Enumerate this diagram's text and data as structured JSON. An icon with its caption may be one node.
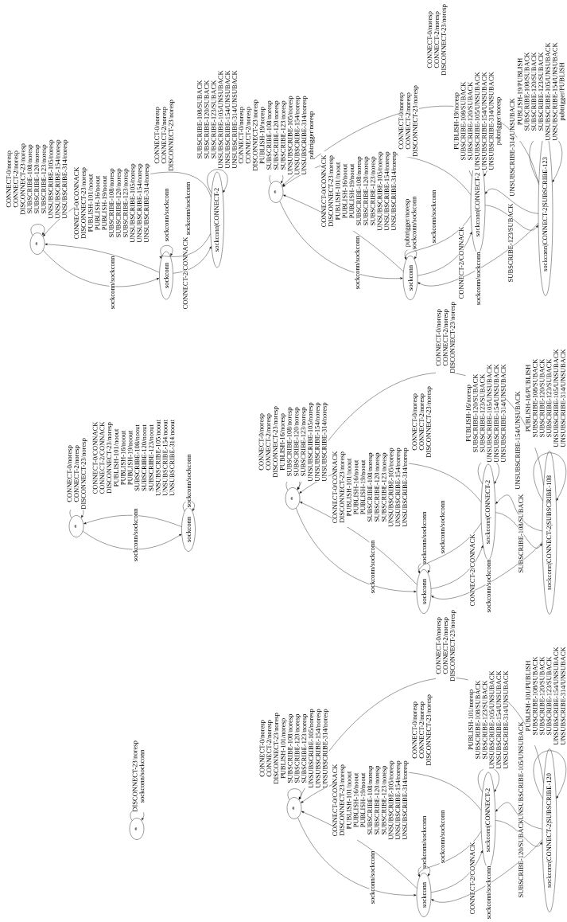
{
  "diagram": {
    "nodes": [
      {
        "text": [
          "*"
        ]
      },
      {
        "text": [
          "sockconn"
        ]
      },
      {
        "text": [
          "sockconn|CONNECT-2"
        ]
      },
      {
        "text": [
          "*"
        ]
      },
      {
        "text": [
          "sockconn"
        ]
      },
      {
        "text": [
          "sockconn|CONNECT-2"
        ]
      },
      {
        "text": [
          "sockconn|CONNECT-2|SUBSCRIBE-123"
        ]
      },
      {
        "text": [
          "*"
        ]
      },
      {
        "text": [
          "sockconn"
        ]
      },
      {
        "text": [
          "*"
        ]
      },
      {
        "text": [
          "sockconn"
        ]
      },
      {
        "text": [
          "sockconn|CONNECT-2"
        ]
      },
      {
        "text": [
          "sockconn|CONNECT-2|SUBSCRIBE-108"
        ]
      },
      {
        "text": [
          "*"
        ]
      },
      {
        "text": [
          "*"
        ]
      },
      {
        "text": [
          "sockconn"
        ]
      },
      {
        "text": [
          "sockconn|CONNECT-2"
        ]
      },
      {
        "text": [
          "sockconn|CONNECT-2|SUBSCRIBE-120"
        ]
      }
    ],
    "edges": [
      {
        "from": 0,
        "to": 0,
        "arrow": "to",
        "label": "CONNECT-0/noresp CONNECT-2/noresp DISCONNECT-23/noresp SUBSCRIBE-108/noresp SUBSCRIBE-120/noresp SUBSCRIBE-123/noresp UNSUBSCRIBE-105/noresp UNSUBSCRIBE-154/noresp UNSUBSCRIBE-314/noresp"
      },
      {
        "from": 1,
        "to": 0,
        "arrow": "to",
        "label": "CONNECT-0/CONNACK DISCONNECT-23/noresp PUBLISH-101/noout PUBLISH-16/noout PUBLISH-19/noout SUBSCRIBE-108/noresp SUBSCRIBE-120/noresp SUBSCRIBE-123/noresp UNSUBSCRIBE-105/noresp UNSUBSCRIBE-154/noresp UNSUBSCRIBE-314/noresp"
      },
      {
        "from": 0,
        "to": 1,
        "arrow": "to",
        "label": "sockconn/sockconn"
      },
      {
        "from": 1,
        "to": 1,
        "arrow": "to",
        "label": "sockconn/sockconn"
      },
      {
        "from": 1,
        "to": 2,
        "arrow": "to",
        "label": "CONNECT-2/CONNACK"
      },
      {
        "from": 2,
        "to": 1,
        "arrow": "to",
        "label": "sockconn/sockconn"
      },
      {
        "from": 2,
        "to": 0,
        "arrow": "to",
        "label": "CONNECT-0/noresp CONNECT-2/noresp DISCONNECT-23/noresp"
      },
      {
        "from": 2,
        "to": 2,
        "arrow": "to",
        "label": "SUBSCRIBE-108/SUBACK SUBSCRIBE-120/SUBACK SUBSCRIBE-123/SUBACK UNSUBSCRIBE-105/UNSUBACK UNSUBSCRIBE-154/UNSUBACK UNSUBSCRIBE-314/UNSUBACK"
      },
      {
        "from": 3,
        "to": 3,
        "arrow": "to",
        "label": "CONNECT-0/noresp CONNECT-2/noresp DISCONNECT-23/noresp PUBLISH-19/noresp SUBSCRIBE-108/noresp SUBSCRIBE-120/noresp SUBSCRIBE-123/noresp UNSUBSCRIBE-105/noresp UNSUBSCRIBE-154/noresp UNSUBSCRIBE-314/noresp pubtrigger/noresp"
      },
      {
        "from": 4,
        "to": 3,
        "arrow": "to",
        "label": "CONNECT-0/CONNACK DISCONNECT-23/noresp PUBLISH-101/noout PUBLISH-16/noout PUBLISH-19/noout SUBSCRIBE-108/noresp SUBSCRIBE-120/noresp SUBSCRIBE-123/noresp UNSUBSCRIBE-105/noresp UNSUBSCRIBE-154/noresp UNSUBSCRIBE-314/noresp"
      },
      {
        "from": 3,
        "to": 4,
        "arrow": "to",
        "label": "sockconn/sockconn"
      },
      {
        "from": 4,
        "to": 4,
        "arrow": "to",
        "label": "pubtrigger/noresp sockconn/sockconn"
      },
      {
        "from": 4,
        "to": 5,
        "arrow": "to",
        "label": "CONNECT-2/CONNACK"
      },
      {
        "from": 5,
        "to": 4,
        "arrow": "to",
        "label": "sockconn/sockconn"
      },
      {
        "from": 6,
        "to": 4,
        "arrow": "to",
        "label": "sockconn/sockconn"
      },
      {
        "from": 5,
        "to": 3,
        "arrow": "to",
        "label": "CONNECT-0/noresp CONNECT-2/noresp DISCONNECT-23/noresp"
      },
      {
        "from": 6,
        "to": 3,
        "arrow": "to",
        "label": "CONNECT-0/noresp CONNECT-2/noresp DISCONNECT-23/noresp"
      },
      {
        "from": 5,
        "to": 5,
        "arrow": "to",
        "label": "PUBLISH-19/noresp SUBSCRIBE-108/SUBACK SUBSCRIBE-120/SUBACK UNSUBSCRIBE-105/UNSUBACK UNSUBSCRIBE-154/UNSUBACK UNSUBSCRIBE-314/UNSUBACK pubtrigger/noresp"
      },
      {
        "from": 5,
        "to": 6,
        "arrow": "to",
        "label": "SUBSCRIBE-123/SUBACK"
      },
      {
        "from": 6,
        "to": 5,
        "arrow": "to",
        "label": "UNSUBSCRIBE-314/UNSUBACK"
      },
      {
        "from": 6,
        "to": 6,
        "arrow": "to",
        "label": "PUBLISH-19/PUBLISH SUBSCRIBE-108/SUBACK SUBSCRIBE-120/SUBACK SUBSCRIBE-123/SUBACK UNSUBSCRIBE-105/UNSUBACK UNSUBSCRIBE-154/UNSUBACK pubtrigger/PUBLISH"
      },
      {
        "from": 7,
        "to": 7,
        "arrow": "to",
        "label": "CONNECT-0/noresp CONNECT-2/noresp DISCONNECT-23/noresp"
      },
      {
        "from": 8,
        "to": 7,
        "arrow": "to",
        "label": "CONNECT-0/CONNACK CONNECT-2/CONNACK DISCONNECT-23/noresp PUBLISH-101/noout PUBLISH-16/noout PUBLISH-19/noout SUBSCRIBE-108/noout SUBSCRIBE-120/noout SUBSCRIBE-123/noout UNSUBSCRIBE-105/noout UNSUBSCRIBE-154/noout UNSUBSCRIBE-314/noout"
      },
      {
        "from": 7,
        "to": 8,
        "arrow": "to",
        "label": "sockconn/sockconn"
      },
      {
        "from": 8,
        "to": 8,
        "arrow": "to",
        "label": "sockconn/sockconn"
      },
      {
        "from": 9,
        "to": 9,
        "arrow": "to",
        "label": "CONNECT-0/noresp CONNECT-2/noresp DISCONNECT-23/noresp PUBLISH-16/noresp SUBSCRIBE-108/noresp SUBSCRIBE-120/noresp SUBSCRIBE-123/noresp UNSUBSCRIBE-105/noresp UNSUBSCRIBE-154/noresp UNSUBSCRIBE-314/noresp"
      },
      {
        "from": 10,
        "to": 9,
        "arrow": "to",
        "label": "CONNECT-0/CONNACK DISCONNECT-23/noresp PUBLISH-101/noout PUBLISH-16/noout PUBLISH-19/noout SUBSCRIBE-108/noresp SUBSCRIBE-120/noresp SUBSCRIBE-123/noresp UNSUBSCRIBE-105/noresp UNSUBSCRIBE-154/noresp UNSUBSCRIBE-314/noresp"
      },
      {
        "from": 9,
        "to": 10,
        "arrow": "to",
        "label": "sockconn/sockconn"
      },
      {
        "from": 10,
        "to": 10,
        "arrow": "to",
        "label": "sockconn/sockconn"
      },
      {
        "from": 10,
        "to": 11,
        "arrow": "to",
        "label": "CONNECT-2/CONNACK"
      },
      {
        "from": 11,
        "to": 10,
        "arrow": "to",
        "label": "sockconn/sockconn"
      },
      {
        "from": 12,
        "to": 10,
        "arrow": "to",
        "label": "sockconn/sockconn"
      },
      {
        "from": 11,
        "to": 9,
        "arrow": "to",
        "label": "CONNECT-0/noresp CONNECT-2/noresp DISCONNECT-23/noresp"
      },
      {
        "from": 12,
        "to": 9,
        "arrow": "to",
        "label": "CONNECT-0/noresp CONNECT-2/noresp DISCONNECT-23/noresp"
      },
      {
        "from": 11,
        "to": 11,
        "arrow": "to",
        "label": "PUBLISH-16/noresp SUBSCRIBE-120/SUBACK SUBSCRIBE-123/SUBACK UNSUBSCRIBE-105/UNSUBACK UNSUBSCRIBE-154/UNSUBACK UNSUBSCRIBE-314/UNSUBACK"
      },
      {
        "from": 11,
        "to": 12,
        "arrow": "to",
        "label": "SUBSCRIBE-108/SUBACK"
      },
      {
        "from": 12,
        "to": 11,
        "arrow": "to",
        "label": "UNSUBSCRIBE-154/UNSUBACK"
      },
      {
        "from": 12,
        "to": 12,
        "arrow": "to",
        "label": "PUBLISH-16/PUBLISH SUBSCRIBE-108/SUBACK SUBSCRIBE-120/SUBACK SUBSCRIBE-123/SUBACK UNSUBSCRIBE-105/UNSUBACK UNSUBSCRIBE-314/UNSUBACK"
      },
      {
        "from": 13,
        "to": 13,
        "arrow": "to",
        "label": "DISCONNECT-23/noresp sockconn/sockconn"
      },
      {
        "from": 14,
        "to": 14,
        "arrow": "to",
        "label": "CONNECT-0/noresp CONNECT-2/noresp DISCONNECT-23/noresp PUBLISH-101/noresp SUBSCRIBE-108/noresp SUBSCRIBE-120/noresp SUBSCRIBE-123/noresp UNSUBSCRIBE-105/noresp UNSUBSCRIBE-154/noresp UNSUBSCRIBE-314/noresp"
      },
      {
        "from": 15,
        "to": 14,
        "arrow": "to",
        "label": "CONNECT-0/CONNACK DISCONNECT-23/noresp PUBLISH-101/noout PUBLISH-16/noout PUBLISH-19/noout SUBSCRIBE-108/noresp SUBSCRIBE-120/noresp SUBSCRIBE-123/noresp UNSUBSCRIBE-105/noresp UNSUBSCRIBE-154/noresp UNSUBSCRIBE-314/noresp"
      },
      {
        "from": 14,
        "to": 15,
        "arrow": "to",
        "label": "sockconn/sockconn"
      },
      {
        "from": 15,
        "to": 15,
        "arrow": "to",
        "label": "sockconn/sockconn"
      },
      {
        "from": 15,
        "to": 16,
        "arrow": "to",
        "label": "CONNECT-2/CONNACK"
      },
      {
        "from": 16,
        "to": 15,
        "arrow": "to",
        "label": "sockconn/sockconn"
      },
      {
        "from": 17,
        "to": 15,
        "arrow": "to",
        "label": "sockconn/sockconn"
      },
      {
        "from": 16,
        "to": 14,
        "arrow": "to",
        "label": "CONNECT-0/noresp CONNECT-2/noresp DISCONNECT-23/noresp"
      },
      {
        "from": 17,
        "to": 14,
        "arrow": "to",
        "label": "CONNECT-0/noresp CONNECT-2/noresp DISCONNECT-23/noresp"
      },
      {
        "from": 16,
        "to": 16,
        "arrow": "to",
        "label": "PUBLISH-101/noresp SUBSCRIBE-108/SUBACK SUBSCRIBE-123/SUBACK UNSUBSCRIBE-105/UNSUBACK UNSUBSCRIBE-154/UNSUBACK UNSUBSCRIBE-314/UNSUBACK"
      },
      {
        "from": 16,
        "to": 17,
        "arrow": "to",
        "label": "SUBSCRIBE-120/SUBACK"
      },
      {
        "from": 17,
        "to": 16,
        "arrow": "to",
        "label": "UNSUBSCRIBE-105/UNSUBACK"
      },
      {
        "from": 17,
        "to": 17,
        "arrow": "to",
        "label": "PUBLISH-101/PUBLISH SUBSCRIBE-108/SUBACK SUBSCRIBE-120/SUBACK SUBSCRIBE-123/SUBACK UNSUBSCRIBE-154/UNSUBACK UNSUBSCRIBE-314/UNSUBACK"
      }
    ]
  }
}
